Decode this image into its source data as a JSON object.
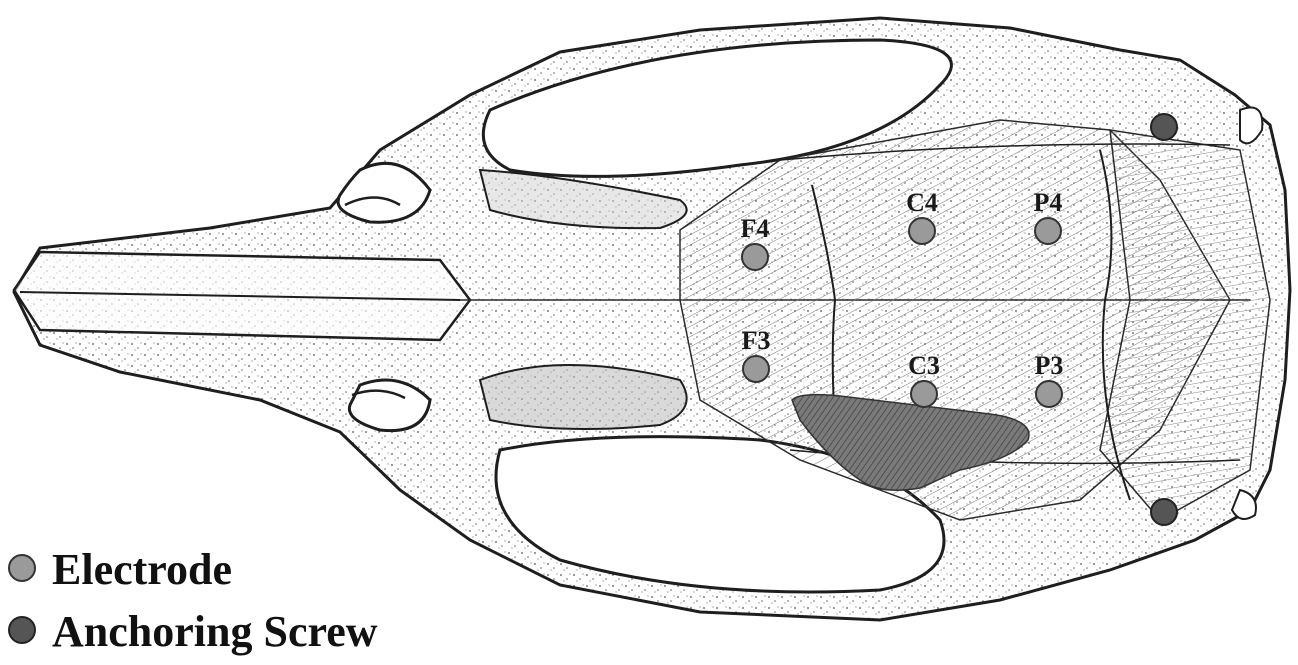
{
  "electrodes": [
    {
      "label": "F4"
    },
    {
      "label": "C4"
    },
    {
      "label": "P4"
    },
    {
      "label": "F3"
    },
    {
      "label": "C3"
    },
    {
      "label": "P3"
    }
  ],
  "anchoring_screws": 2,
  "legend": {
    "electrode_label": "Electrode",
    "screw_label": "Anchoring Screw"
  },
  "colors": {
    "electrode": "#9a9a9a",
    "screw": "#555555",
    "line": "#1e1e1e",
    "lesion": "#6f6f6f"
  }
}
